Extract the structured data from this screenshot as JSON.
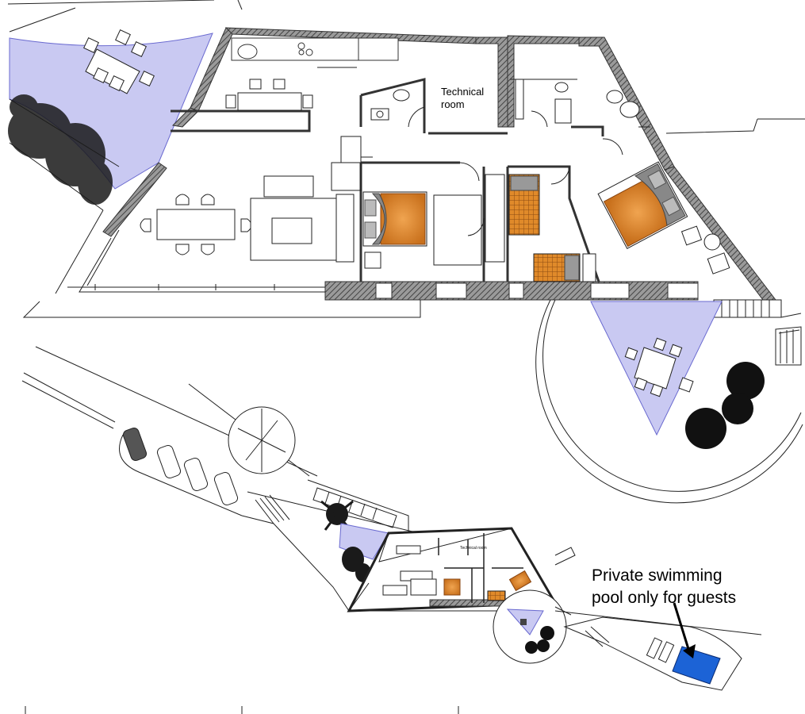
{
  "labels": {
    "technical_room": "Technical\nroom",
    "pool_note": "Private swimming\npool only for guests",
    "small_technical_room": "Technical room"
  },
  "colors": {
    "wall": "#555555",
    "terrace_shade": "#c9c9f2",
    "bed_cover": "#e08a2a",
    "pool_water": "#1c63d6",
    "vegetation": "#1a1a1a"
  },
  "icons": [
    "sofa-icon",
    "bed-icon",
    "dining-table-icon",
    "car-icon",
    "tree-icon",
    "palm-icon",
    "sun-lounger-icon",
    "pool-icon",
    "arrow-icon"
  ]
}
